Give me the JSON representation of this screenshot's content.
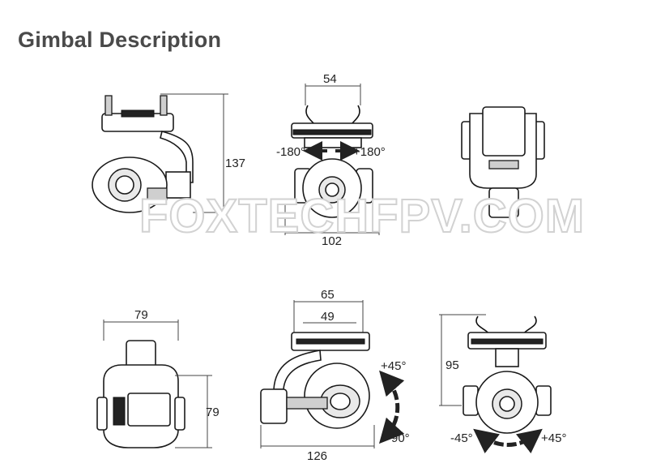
{
  "title": "Gimbal Description",
  "watermark": "FOXTECHFPV.COM",
  "dimensions": {
    "top_width": "54",
    "height_137": "137",
    "width_102": "102",
    "width_79": "79",
    "height_79": "79",
    "width_65": "65",
    "width_49": "49",
    "width_126": "126",
    "height_95": "95"
  },
  "rotation": {
    "yaw_left": "-180°",
    "yaw_right": "+180°",
    "pitch_up": "+45°",
    "pitch_down": "-90°",
    "roll_left": "-45°",
    "roll_right": "+45°"
  },
  "colors": {
    "title": "#4a4a4a",
    "lines": "#1a1a1a",
    "arrows": "#1a1a1a"
  }
}
